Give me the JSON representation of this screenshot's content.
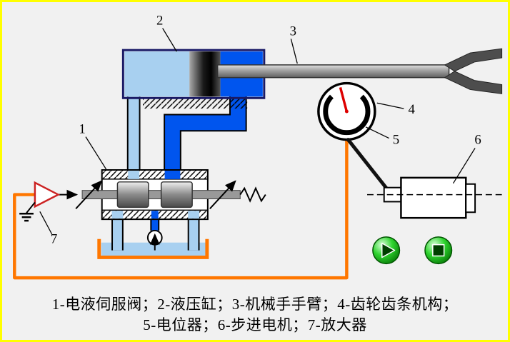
{
  "labels": {
    "n1": "1",
    "n2": "2",
    "n3": "3",
    "n4": "4",
    "n5": "5",
    "n6": "6",
    "n7": "7"
  },
  "caption": {
    "line1": "1-电液伺服阀；2-液压缸；3-机械手手臂；4-齿轮齿条机构；",
    "line2": "5-电位器；6-步进电机；7-放大器"
  },
  "controls": {
    "play": "play-icon",
    "stop": "stop-icon"
  },
  "colors": {
    "frame_border": "#ffff00",
    "background": "#f1f1f1",
    "fluid_light": "#a8d0f0",
    "fluid_dark": "#0055ee",
    "signal_wire": "#ff7700",
    "needle": "#dd0000",
    "amplifier_outline": "#cc2222",
    "button_green": "#2fd42f"
  }
}
